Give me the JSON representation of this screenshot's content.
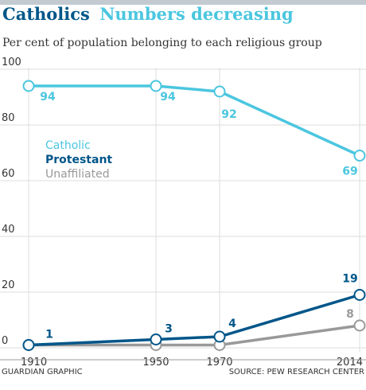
{
  "header": {
    "title_bold": "Catholics",
    "title_rest": "Numbers decreasing",
    "subtitle": "Per cent of population belonging to each religious group"
  },
  "footer": {
    "credit": "GUARDIAN GRAPHIC",
    "source": "SOURCE: PEW RESEARCH CENTER"
  },
  "colors": {
    "top_bar": "#c3cbd1",
    "title_dark": "#005689",
    "title_accent": "#4bc6df",
    "grid": "#dcdcdc",
    "axis_text": "#333333",
    "catholic": "#4bc6df",
    "protestant": "#005689",
    "unaffiliated": "#999999"
  },
  "chart_data": {
    "type": "line",
    "title": "Catholics Numbers decreasing",
    "subtitle": "Per cent of population belonging to each religious group",
    "x": [
      1910,
      1950,
      1970,
      2014
    ],
    "x_tick_labels": [
      "1910",
      "1950",
      "1970",
      "2014"
    ],
    "ylim": [
      0,
      100
    ],
    "y_ticks": [
      0,
      20,
      40,
      60,
      80,
      100
    ],
    "y_tick_labels": [
      "0",
      "20",
      "40",
      "60",
      "80",
      "100"
    ],
    "grid": true,
    "legend_position": "middle-left",
    "series": [
      {
        "name": "Catholic",
        "color": "#4bc6df",
        "values": [
          94,
          94,
          92,
          69
        ],
        "labels": [
          "94",
          "94",
          "92",
          "69"
        ]
      },
      {
        "name": "Protestant",
        "color": "#005689",
        "values": [
          1,
          3,
          4,
          19
        ],
        "labels": [
          "1",
          "3",
          "4",
          "19"
        ]
      },
      {
        "name": "Unaffiliated",
        "color": "#999999",
        "values": [
          1,
          1,
          1,
          8
        ],
        "labels": [
          "",
          "",
          "",
          "8"
        ]
      }
    ]
  }
}
